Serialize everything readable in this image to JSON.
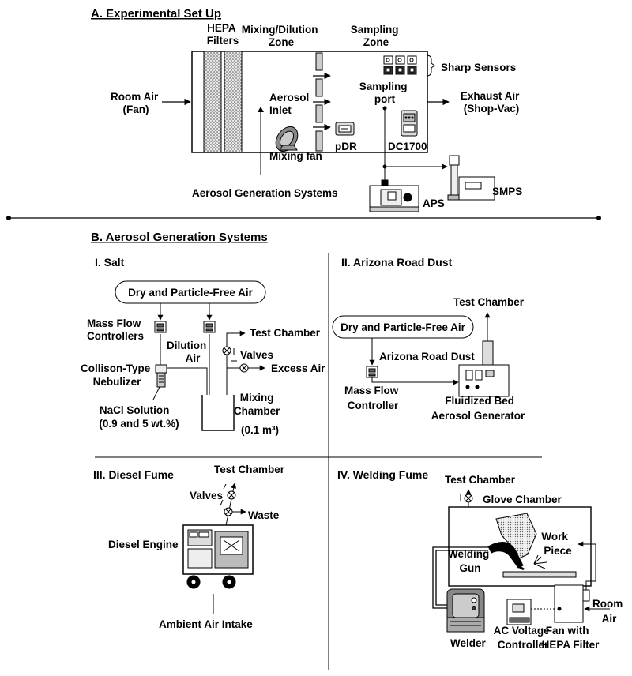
{
  "section_a": {
    "title": "A. Experimental Set Up",
    "hepa_filters": [
      "HEPA",
      "Filters"
    ],
    "mixing_dilution_zone": [
      "Mixing/Dilution",
      "Zone"
    ],
    "sampling_zone": [
      "Sampling",
      "Zone"
    ],
    "sharp_sensors": "Sharp Sensors",
    "room_air": [
      "Room Air",
      "(Fan)"
    ],
    "exhaust_air": [
      "Exhaust Air",
      "(Shop-Vac)"
    ],
    "aerosol_inlet": [
      "Aerosol",
      "Inlet"
    ],
    "sampling_port": [
      "Sampling",
      "port"
    ],
    "pdr": "pDR",
    "dc1700": "DC1700",
    "mixing_fan": "Mixing fan",
    "aerosol_generation_systems": "Aerosol Generation Systems",
    "aps": "APS",
    "smps": "SMPS"
  },
  "section_b": {
    "title": "B. Aerosol Generation Systems",
    "salt": {
      "title": "I. Salt",
      "air_source": "Dry and Particle-Free Air",
      "mass_flow_controllers": [
        "Mass Flow",
        "Controllers"
      ],
      "dilution_air": [
        "Dilution",
        "Air"
      ],
      "test_chamber": "Test Chamber",
      "valves": "Valves",
      "excess_air": "Excess Air",
      "nebulizer": [
        "Collison-Type",
        "Nebulizer"
      ],
      "nacl_solution": [
        "NaCl Solution",
        "(0.9 and 5 wt.%)"
      ],
      "mixing_chamber": [
        "Mixing",
        "Chamber",
        "(0.1 m³)"
      ]
    },
    "arizona": {
      "title": "II. Arizona Road Dust",
      "test_chamber": "Test Chamber",
      "air_source": "Dry and Particle-Free Air",
      "road_dust": "Arizona Road Dust",
      "mass_flow_controller": [
        "Mass Flow",
        "Controller"
      ],
      "generator": [
        "Fluidized Bed",
        "Aerosol Generator"
      ]
    },
    "diesel": {
      "title": "III. Diesel Fume",
      "test_chamber": "Test Chamber",
      "valves": "Valves",
      "waste": "Waste",
      "engine": "Diesel Engine",
      "intake": "Ambient Air Intake"
    },
    "welding": {
      "title": "IV. Welding Fume",
      "test_chamber": "Test Chamber",
      "glove_chamber": "Glove Chamber",
      "work_piece": [
        "Work",
        "Piece"
      ],
      "welding_gun": [
        "Welding",
        "Gun"
      ],
      "room_air": [
        "Room",
        "Air"
      ],
      "welder": "Welder",
      "ac_voltage": [
        "AC Voltage",
        "Controller"
      ],
      "fan_hepa": [
        "Fan with",
        "HEPA Filter"
      ]
    }
  }
}
